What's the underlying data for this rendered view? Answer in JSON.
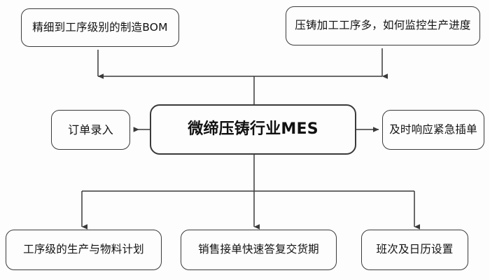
{
  "diagram": {
    "type": "flow-diagram",
    "orientation": "radial-hub-and-spoke",
    "colors": {
      "background": "#fdfdfd",
      "line": "#3a3a3a",
      "node_fill": "#fdfdfd",
      "node_border": "#3a3a3a",
      "text": "#111111"
    },
    "center": {
      "label": "微缔压铸行业MES"
    },
    "nodes": [
      {
        "id": "top-left",
        "label": "精细到工序级别的制造BOM",
        "position": "top-left",
        "arrow": "into-node"
      },
      {
        "id": "top-right",
        "label": "压铸加工工序多，如何监控生产进度",
        "position": "top-right",
        "arrow": "into-node"
      },
      {
        "id": "left",
        "label": "订单录入",
        "position": "left",
        "arrow": "into-node"
      },
      {
        "id": "right",
        "label": "及时响应紧急插单",
        "position": "right",
        "arrow": "into-node"
      },
      {
        "id": "bottom-1",
        "label": "工序级的生产与物料计划",
        "position": "bottom-left",
        "arrow": "into-node"
      },
      {
        "id": "bottom-2",
        "label": "销售接单快速答复交货期",
        "position": "bottom-center",
        "arrow": "into-node"
      },
      {
        "id": "bottom-3",
        "label": "班次及日历设置",
        "position": "bottom-right",
        "arrow": "into-node"
      }
    ],
    "connectors": [
      {
        "from": "center",
        "to": "top-left",
        "style": "orthogonal-elbow"
      },
      {
        "from": "center",
        "to": "top-right",
        "style": "orthogonal-elbow"
      },
      {
        "from": "center",
        "to": "left",
        "style": "straight-horizontal"
      },
      {
        "from": "center",
        "to": "right",
        "style": "straight-horizontal"
      },
      {
        "from": "center",
        "to": "bottom-1",
        "style": "orthogonal-elbow"
      },
      {
        "from": "center",
        "to": "bottom-2",
        "style": "straight-vertical"
      },
      {
        "from": "center",
        "to": "bottom-3",
        "style": "orthogonal-elbow"
      }
    ]
  }
}
